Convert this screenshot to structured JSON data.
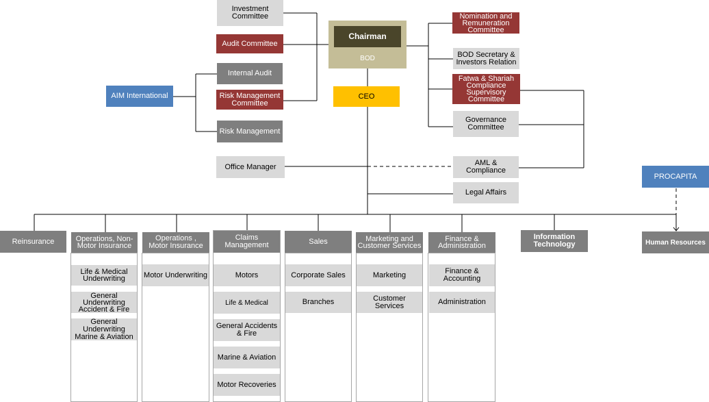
{
  "board": {
    "investment": "Investment\nCommittee",
    "audit_committee": "Audit Committee",
    "internal_audit": "Internal Audit",
    "risk_committee": "Risk Management\nCommittee",
    "risk_management": "Risk Management",
    "aim": "AIM International",
    "chairman": "Chairman",
    "bod": "BOD",
    "ceo": "CEO",
    "nomination": "Nomination  and\nRemuneration\nCommittee",
    "bod_secretary": "BOD Secretary  &\nInvestors Relation",
    "fatwa": "Fatwa & Shariah\nCompliance\nSupervisory\nCommittee",
    "governance": "Governance\nCommittee",
    "office_manager": "Office Manager",
    "aml": "AML & Compliance",
    "legal": "Legal Affairs",
    "procapita": "PROCAPITA"
  },
  "departments": [
    {
      "label": "Reinsurance",
      "subs": []
    },
    {
      "label": "Operations, Non-\nMotor Insurance",
      "subs": [
        "Life & Medical\nUnderwriting",
        "General\nUnderwriting\nAccident & Fire",
        "General\nUnderwriting\nMarine & Aviation"
      ]
    },
    {
      "label": "Operations ,\nMotor Insurance",
      "subs": [
        "Motor Underwriting"
      ]
    },
    {
      "label": "Claims\nManagement",
      "subs": [
        "Motors",
        "Life & Medical",
        "General Accidents\n& Fire",
        "Marine & Aviation",
        "Motor Recoveries"
      ]
    },
    {
      "label": "Sales",
      "subs": [
        "Corporate Sales",
        "Branches"
      ]
    },
    {
      "label": "Marketing and\nCustomer Services",
      "subs": [
        "Marketing",
        "Customer Services"
      ]
    },
    {
      "label": "Finance &\nAdministration",
      "subs": [
        "Finance &\nAccounting",
        "Administration"
      ]
    },
    {
      "label": "Information\nTechnology",
      "subs": []
    },
    {
      "label": "Human Resources",
      "subs": []
    }
  ]
}
